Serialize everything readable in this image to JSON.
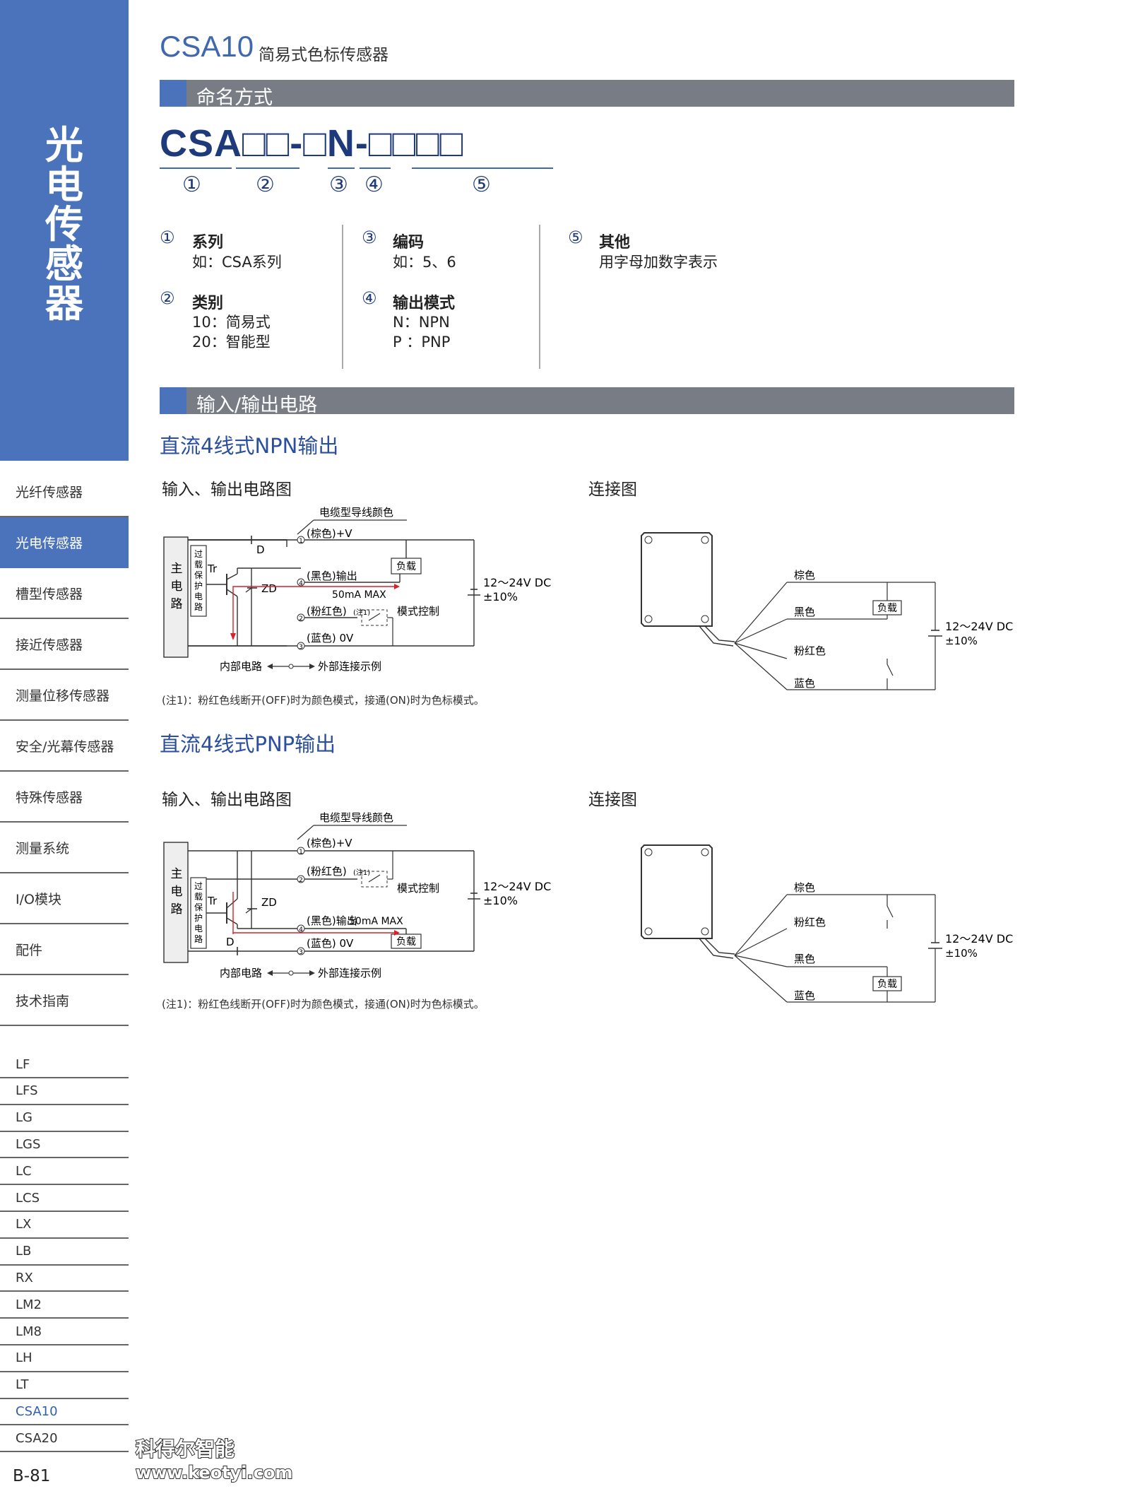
{
  "sidebar": {
    "title": "光电传感器",
    "nav": [
      {
        "label": "光纤传感器"
      },
      {
        "label": "光电传感器",
        "active": true
      },
      {
        "label": "槽型传感器"
      },
      {
        "label": "接近传感器"
      },
      {
        "label": "测量位移传感器"
      },
      {
        "label": "安全/光幕传感器"
      },
      {
        "label": "特殊传感器"
      },
      {
        "label": "测量系统"
      },
      {
        "label": "I/O模块"
      },
      {
        "label": "配件"
      },
      {
        "label": "技术指南"
      }
    ],
    "models": [
      "LF",
      "LFS",
      "LG",
      "LGS",
      "LC",
      "LCS",
      "LX",
      "LB",
      "RX",
      "LM2",
      "LM8",
      "LH",
      "LT",
      "CSA10",
      "CSA20"
    ],
    "active_model": "CSA10",
    "page_number": "B-81"
  },
  "watermark": {
    "line1": "科得尔智能",
    "line2": "www.keotyi.com"
  },
  "header": {
    "model": "CSA10",
    "subtitle": "简易式色标传感器"
  },
  "naming": {
    "section_title": "命名方式",
    "code": "CSA□□-□N-□□□□",
    "markers": [
      "①",
      "②",
      "③",
      "④",
      "⑤"
    ],
    "definitions": [
      {
        "num": "①",
        "title": "系列",
        "lines": [
          "如：CSA系列"
        ]
      },
      {
        "num": "②",
        "title": "类别",
        "lines": [
          "10：简易式",
          "20：智能型"
        ]
      },
      {
        "num": "③",
        "title": "编码",
        "lines": [
          "如：5、6"
        ]
      },
      {
        "num": "④",
        "title": "输出模式",
        "lines": [
          "N：NPN",
          "P ：PNP"
        ]
      },
      {
        "num": "⑤",
        "title": "其他",
        "lines": [
          "用字母加数字表示"
        ]
      }
    ]
  },
  "io": {
    "section_title": "输入/输出电路",
    "npn": {
      "heading": "直流4线式NPN输出",
      "circuit_title": "输入、输出电路图",
      "connection_title": "连接图",
      "cable_color_label": "电缆型导线颜色",
      "main_circuit": [
        "主",
        "电",
        "路"
      ],
      "protect": [
        "过",
        "载",
        "保",
        "护",
        "电",
        "路"
      ],
      "wire1": "(棕色)+V",
      "wire4": "(黑色)输出",
      "wire2": "(粉红色)",
      "wire2_note": "(注1)",
      "wire3": "(蓝色) 0V",
      "max": "50mA MAX",
      "load": "负载",
      "mode_ctrl": "模式控制",
      "tr": "Tr",
      "zd": "ZD",
      "d": "D",
      "internal": "内部电路",
      "external": "外部连接示例",
      "supply1": "12～24V DC",
      "supply2": "±10%",
      "pins": [
        "1",
        "4",
        "2",
        "3"
      ],
      "note": "(注1)：粉红色线断开(OFF)时为颜色模式，接通(ON)时为色标模式。",
      "conn_colors": [
        "棕色",
        "黑色",
        "粉红色",
        "蓝色"
      ],
      "conn_load": "负载",
      "conn_supply1": "12～24V DC",
      "conn_supply2": "±10%"
    },
    "pnp": {
      "heading": "直流4线式PNP输出",
      "circuit_title": "输入、输出电路图",
      "connection_title": "连接图",
      "cable_color_label": "电缆型导线颜色",
      "main_circuit": [
        "主",
        "电",
        "路"
      ],
      "protect": [
        "过",
        "载",
        "保",
        "护",
        "电",
        "路"
      ],
      "wire1": "(棕色)+V",
      "wire2": "(粉红色)",
      "wire2_note": "(注1)",
      "wire4": "(黑色)输出",
      "wire3": "(蓝色) 0V",
      "max": "50mA MAX",
      "load": "负载",
      "mode_ctrl": "模式控制",
      "tr": "Tr",
      "zd": "ZD",
      "d": "D",
      "internal": "内部电路",
      "external": "外部连接示例",
      "supply1": "12～24V DC",
      "supply2": "±10%",
      "pins": [
        "1",
        "2",
        "4",
        "3"
      ],
      "note": "(注1)：粉红色线断开(OFF)时为颜色模式，接通(ON)时为色标模式。",
      "conn_colors": [
        "棕色",
        "粉红色",
        "黑色",
        "蓝色"
      ],
      "conn_load": "负载",
      "conn_supply1": "12～24V DC",
      "conn_supply2": "±10%"
    }
  }
}
